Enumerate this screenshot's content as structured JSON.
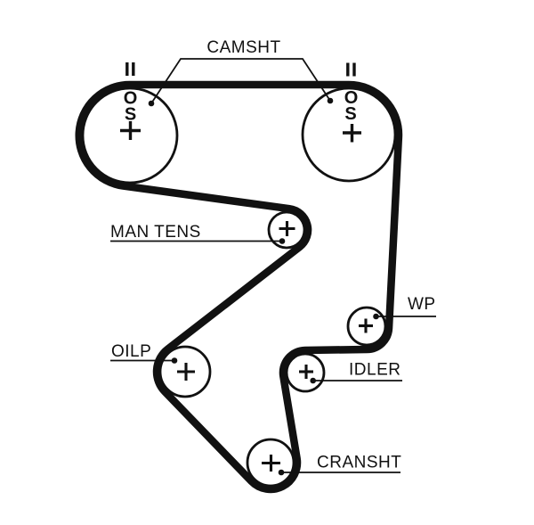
{
  "figure": {
    "background_color": "#ffffff",
    "ink_color": "#111111",
    "type": "timing-belt-routing-diagram"
  },
  "labels": {
    "camshafts": "CAMSHT",
    "tensioner": "MAN TENS",
    "water_pump": "WP",
    "idler": "IDLER",
    "oil_pump": "OILP",
    "crankshaft": "CRANSHT"
  },
  "cam_marks": {
    "letter_o": "O",
    "letter_s": "S",
    "timing_mark": "II"
  }
}
